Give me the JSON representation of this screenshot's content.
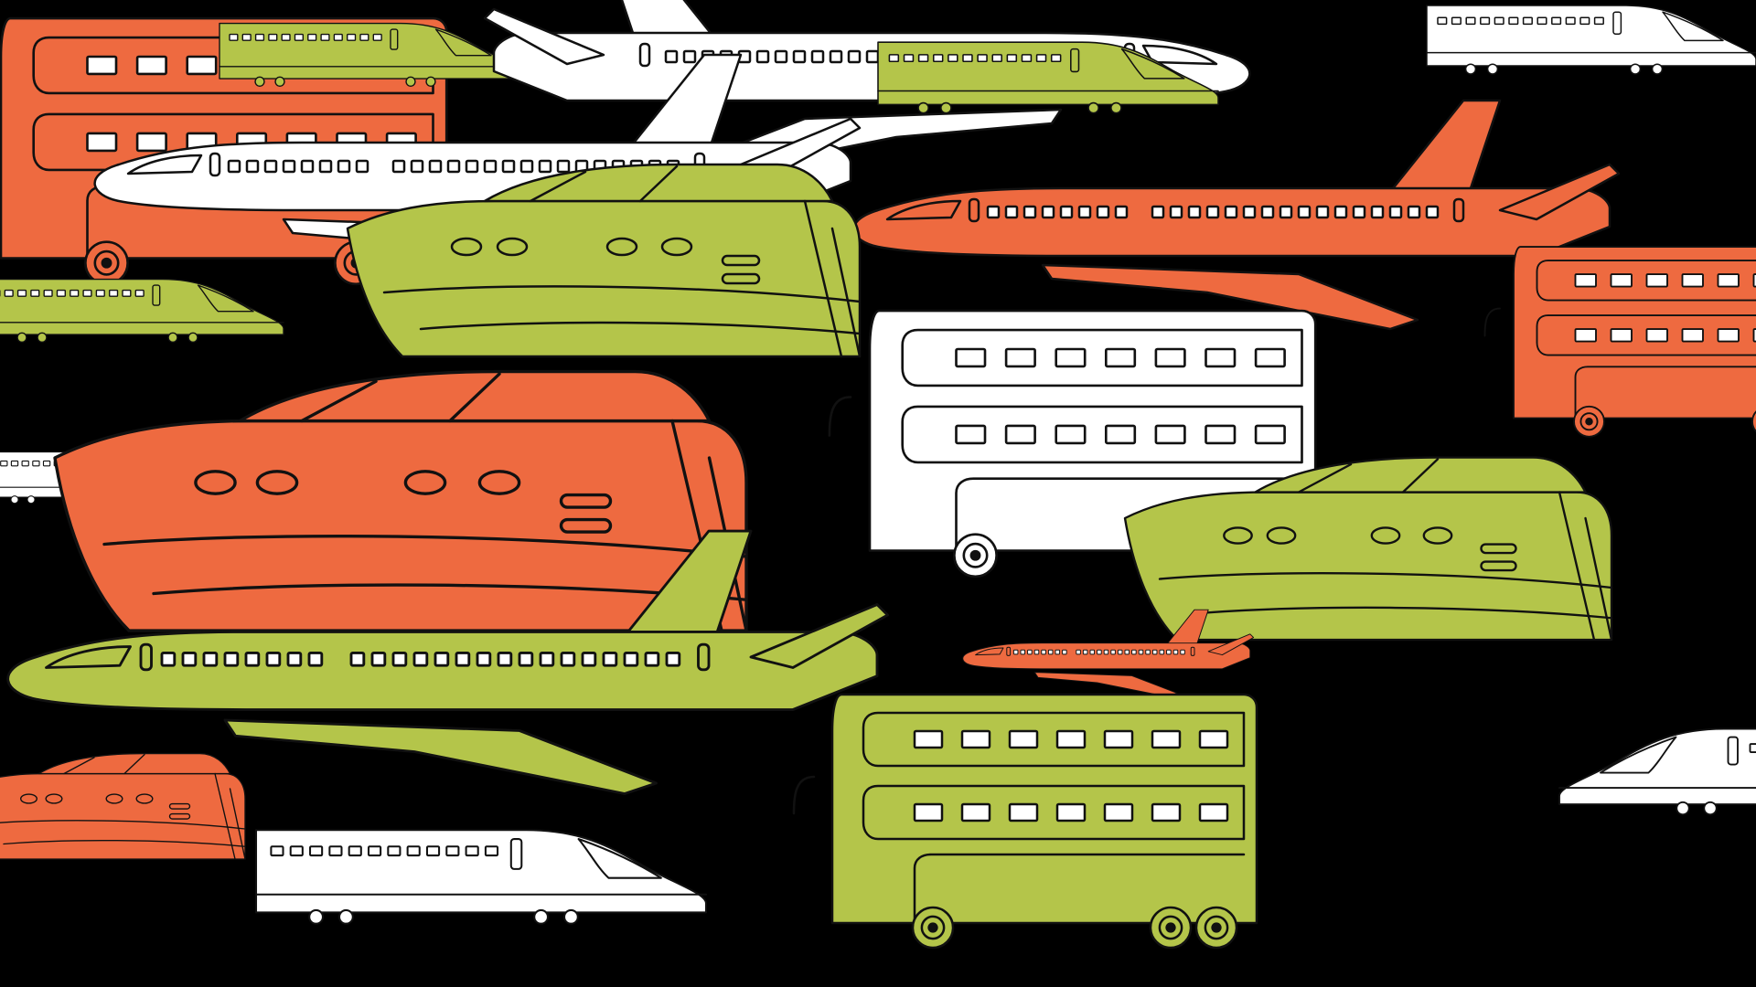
{
  "palette": {
    "background": "#000000",
    "orange": "#EE6A40",
    "green": "#B4C54A",
    "white": "#FFFFFF",
    "outline": "#111111"
  },
  "vehicles": [
    {
      "kind": "bus",
      "color": "orange"
    },
    {
      "kind": "train",
      "color": "green"
    },
    {
      "kind": "plane",
      "color": "white"
    },
    {
      "kind": "train",
      "color": "green"
    },
    {
      "kind": "plane",
      "color": "white"
    },
    {
      "kind": "train",
      "color": "white"
    },
    {
      "kind": "plane",
      "color": "orange"
    },
    {
      "kind": "train",
      "color": "green"
    },
    {
      "kind": "ship",
      "color": "green"
    },
    {
      "kind": "bus",
      "color": "orange"
    },
    {
      "kind": "bus",
      "color": "white"
    },
    {
      "kind": "train",
      "color": "white"
    },
    {
      "kind": "ship",
      "color": "orange"
    },
    {
      "kind": "ship",
      "color": "green"
    },
    {
      "kind": "plane",
      "color": "green"
    },
    {
      "kind": "plane",
      "color": "orange"
    },
    {
      "kind": "bus",
      "color": "green"
    },
    {
      "kind": "train",
      "color": "white"
    },
    {
      "kind": "ship",
      "color": "orange"
    },
    {
      "kind": "train",
      "color": "white"
    }
  ]
}
